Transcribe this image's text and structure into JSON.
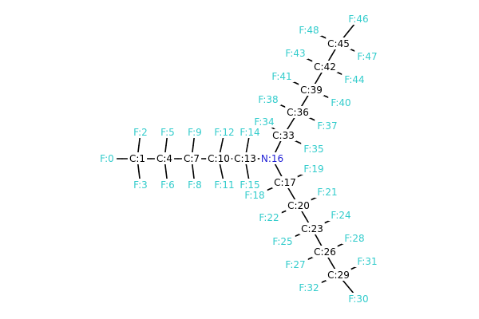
{
  "colors": {
    "carbon": "#000000",
    "fluorine": "#33cccc",
    "nitrogen": "#1f1fd6",
    "background": "#ffffff"
  },
  "atoms": [
    {
      "id": 0,
      "label": "F:0",
      "element": "F"
    },
    {
      "id": 1,
      "label": "C:1",
      "element": "C"
    },
    {
      "id": 2,
      "label": "F:2",
      "element": "F"
    },
    {
      "id": 3,
      "label": "F:3",
      "element": "F"
    },
    {
      "id": 4,
      "label": "C:4",
      "element": "C"
    },
    {
      "id": 5,
      "label": "F:5",
      "element": "F"
    },
    {
      "id": 6,
      "label": "F:6",
      "element": "F"
    },
    {
      "id": 7,
      "label": "C:7",
      "element": "C"
    },
    {
      "id": 8,
      "label": "F:8",
      "element": "F"
    },
    {
      "id": 9,
      "label": "F:9",
      "element": "F"
    },
    {
      "id": 10,
      "label": "C:10",
      "element": "C"
    },
    {
      "id": 11,
      "label": "F:11",
      "element": "F"
    },
    {
      "id": 12,
      "label": "F:12",
      "element": "F"
    },
    {
      "id": 13,
      "label": "C:13",
      "element": "C"
    },
    {
      "id": 14,
      "label": "F:14",
      "element": "F"
    },
    {
      "id": 15,
      "label": "F:15",
      "element": "F"
    },
    {
      "id": 16,
      "label": "N:16",
      "element": "N"
    },
    {
      "id": 17,
      "label": "C:17",
      "element": "C"
    },
    {
      "id": 18,
      "label": "F:18",
      "element": "F"
    },
    {
      "id": 19,
      "label": "F:19",
      "element": "F"
    },
    {
      "id": 20,
      "label": "C:20",
      "element": "C"
    },
    {
      "id": 21,
      "label": "F:21",
      "element": "F"
    },
    {
      "id": 22,
      "label": "F:22",
      "element": "F"
    },
    {
      "id": 23,
      "label": "C:23",
      "element": "C"
    },
    {
      "id": 24,
      "label": "F:24",
      "element": "F"
    },
    {
      "id": 25,
      "label": "F:25",
      "element": "F"
    },
    {
      "id": 26,
      "label": "C:26",
      "element": "C"
    },
    {
      "id": 27,
      "label": "F:27",
      "element": "F"
    },
    {
      "id": 28,
      "label": "F:28",
      "element": "F"
    },
    {
      "id": 29,
      "label": "C:29",
      "element": "C"
    },
    {
      "id": 30,
      "label": "F:30",
      "element": "F"
    },
    {
      "id": 31,
      "label": "F:31",
      "element": "F"
    },
    {
      "id": 32,
      "label": "F:32",
      "element": "F"
    },
    {
      "id": 33,
      "label": "C:33",
      "element": "C"
    },
    {
      "id": 34,
      "label": "F:34",
      "element": "F"
    },
    {
      "id": 35,
      "label": "F:35",
      "element": "F"
    },
    {
      "id": 36,
      "label": "C:36",
      "element": "C"
    },
    {
      "id": 37,
      "label": "F:37",
      "element": "F"
    },
    {
      "id": 38,
      "label": "F:38",
      "element": "F"
    },
    {
      "id": 39,
      "label": "C:39",
      "element": "C"
    },
    {
      "id": 40,
      "label": "F:40",
      "element": "F"
    },
    {
      "id": 41,
      "label": "F:41",
      "element": "F"
    },
    {
      "id": 42,
      "label": "C:42",
      "element": "C"
    },
    {
      "id": 43,
      "label": "F:43",
      "element": "F"
    },
    {
      "id": 44,
      "label": "F:44",
      "element": "F"
    },
    {
      "id": 45,
      "label": "C:45",
      "element": "C"
    },
    {
      "id": 46,
      "label": "F:46",
      "element": "F"
    },
    {
      "id": 47,
      "label": "F:47",
      "element": "F"
    },
    {
      "id": 48,
      "label": "F:48",
      "element": "F"
    }
  ],
  "bonds": [
    [
      0,
      1
    ],
    [
      1,
      2
    ],
    [
      1,
      3
    ],
    [
      1,
      4
    ],
    [
      4,
      5
    ],
    [
      4,
      6
    ],
    [
      4,
      7
    ],
    [
      7,
      8
    ],
    [
      7,
      9
    ],
    [
      7,
      10
    ],
    [
      10,
      11
    ],
    [
      10,
      12
    ],
    [
      10,
      13
    ],
    [
      13,
      14
    ],
    [
      13,
      15
    ],
    [
      13,
      16
    ],
    [
      16,
      17
    ],
    [
      17,
      18
    ],
    [
      17,
      19
    ],
    [
      17,
      20
    ],
    [
      20,
      21
    ],
    [
      20,
      22
    ],
    [
      20,
      23
    ],
    [
      23,
      24
    ],
    [
      23,
      25
    ],
    [
      23,
      26
    ],
    [
      26,
      27
    ],
    [
      26,
      28
    ],
    [
      26,
      29
    ],
    [
      29,
      30
    ],
    [
      29,
      31
    ],
    [
      29,
      32
    ],
    [
      16,
      33
    ],
    [
      33,
      34
    ],
    [
      33,
      35
    ],
    [
      33,
      36
    ],
    [
      36,
      37
    ],
    [
      36,
      38
    ],
    [
      36,
      39
    ],
    [
      39,
      40
    ],
    [
      39,
      41
    ],
    [
      39,
      42
    ],
    [
      42,
      43
    ],
    [
      42,
      44
    ],
    [
      42,
      45
    ],
    [
      45,
      46
    ],
    [
      45,
      47
    ],
    [
      45,
      48
    ]
  ]
}
